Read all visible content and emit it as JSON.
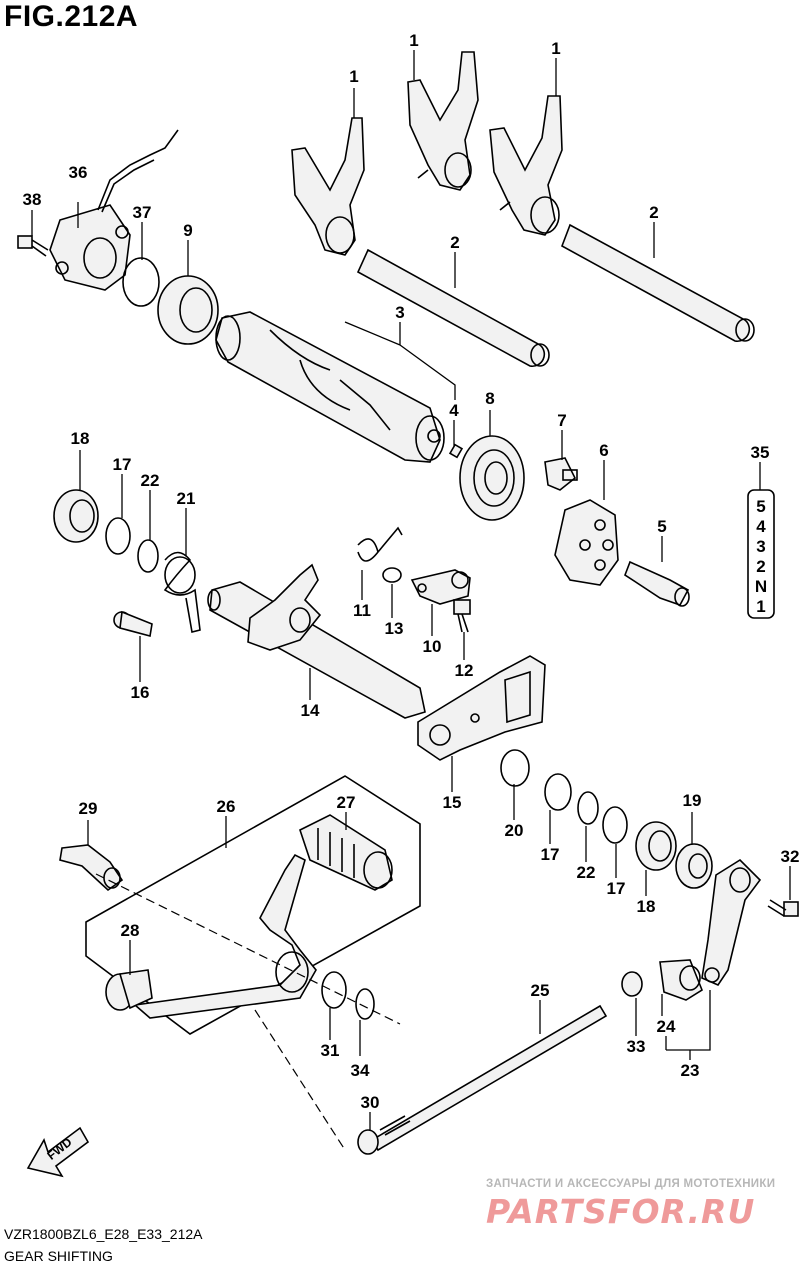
{
  "figure": {
    "title": "FIG.212A",
    "code": "VZR1800BZL6_E28_E33_212A",
    "caption": "GEAR SHIFTING"
  },
  "callouts": {
    "c1a": "1",
    "c1b": "1",
    "c1c": "1",
    "c2a": "2",
    "c2b": "2",
    "c3": "3",
    "c4": "4",
    "c5": "5",
    "c6": "6",
    "c7": "7",
    "c8": "8",
    "c9": "9",
    "c10": "10",
    "c11": "11",
    "c12": "12",
    "c13": "13",
    "c14": "14",
    "c15": "15",
    "c16": "16",
    "c17a": "17",
    "c17b": "17",
    "c17c": "17",
    "c18a": "18",
    "c18b": "18",
    "c19": "19",
    "c20": "20",
    "c21": "21",
    "c22a": "22",
    "c22b": "22",
    "c23": "23",
    "c24": "24",
    "c25": "25",
    "c26": "26",
    "c27": "27",
    "c28": "28",
    "c29": "29",
    "c30": "30",
    "c31": "31",
    "c32": "32",
    "c33": "33",
    "c34": "34",
    "c35": "35",
    "c36": "36",
    "c37": "37",
    "c38": "38"
  },
  "gear_indicator": [
    "5",
    "4",
    "3",
    "2",
    "N",
    "1"
  ],
  "fwd_label": "FWD",
  "watermark": {
    "tagline": "ЗАПЧАСТИ И АКСЕССУАРЫ ДЛЯ МОТОТЕХНИКИ",
    "brand": "PARTSFOR.RU"
  }
}
